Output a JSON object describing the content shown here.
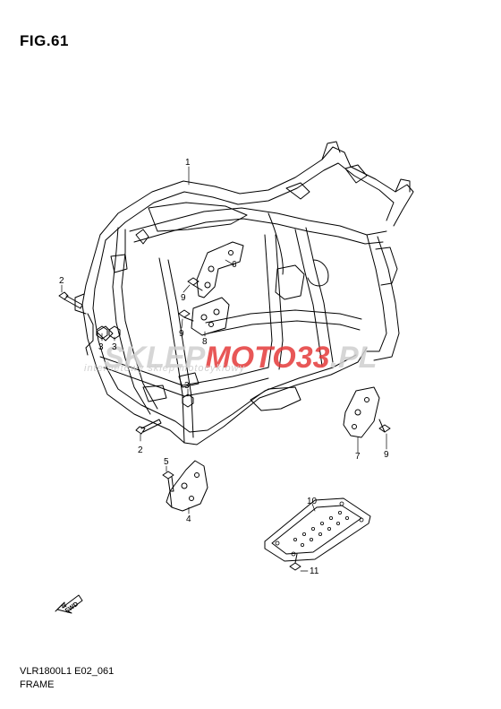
{
  "figure": {
    "title": "FIG.61"
  },
  "footer": {
    "code": "VLR1800L1 E02_061",
    "name": "FRAME"
  },
  "watermark": {
    "part_a": "SKLEP",
    "part_b": "MOTO",
    "part_c": "33",
    "part_d": ".PL",
    "tagline": "internetowy sklep motocyklowy",
    "color_gray": "#d0d0d0",
    "color_red": "#e53a3a"
  },
  "fwd_label": "FWD",
  "callouts": {
    "c1": "1",
    "c2a": "2",
    "c2b": "2",
    "c3a": "3",
    "c3b": "3",
    "c3c": "3",
    "c4": "4",
    "c5": "5",
    "c6": "6",
    "c7": "7",
    "c8": "8",
    "c9a": "9",
    "c9b": "9",
    "c9c": "9",
    "c10": "10",
    "c11": "11"
  }
}
